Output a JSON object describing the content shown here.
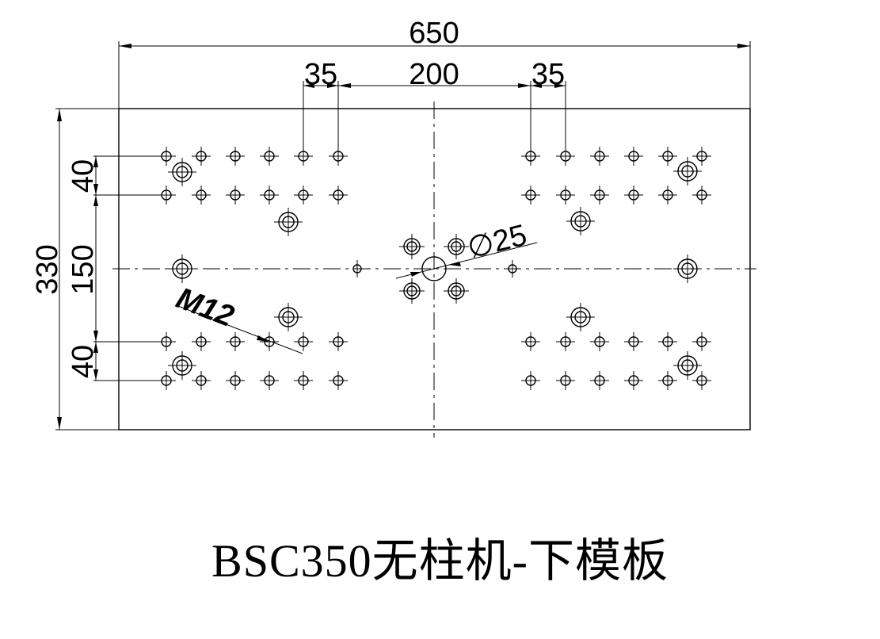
{
  "drawing": {
    "dimensions": {
      "overall_width": "650",
      "left_spacing": "35",
      "middle_spacing": "200",
      "right_spacing": "35",
      "overall_height": "330",
      "top_row_gap": "40",
      "center_gap": "150",
      "bottom_row_gap": "40",
      "center_hole": "∅25",
      "thread": "M12"
    },
    "caption": "BSC350无柱机-下模板"
  }
}
